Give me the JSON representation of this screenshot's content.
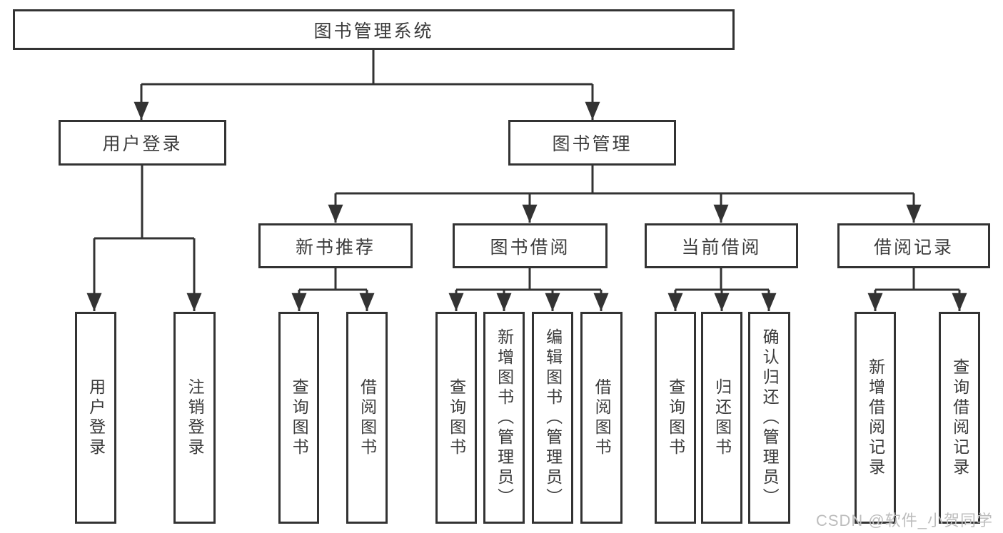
{
  "tree": {
    "label": "图书管理系统",
    "children": [
      {
        "label": "用户登录",
        "children": [
          {
            "label": "用户登录"
          },
          {
            "label": "注销登录"
          }
        ]
      },
      {
        "label": "图书管理",
        "children": [
          {
            "label": "新书推荐",
            "children": [
              {
                "label": "查询图书"
              },
              {
                "label": "借阅图书"
              }
            ]
          },
          {
            "label": "图书借阅",
            "children": [
              {
                "label": "查询图书"
              },
              {
                "label": "新增图书（管理员）"
              },
              {
                "label": "编辑图书（管理员）"
              },
              {
                "label": "借阅图书"
              }
            ]
          },
          {
            "label": "当前借阅",
            "children": [
              {
                "label": "查询图书"
              },
              {
                "label": "归还图书"
              },
              {
                "label": "确认归还（管理员）"
              }
            ]
          },
          {
            "label": "借阅记录",
            "children": [
              {
                "label": "新增借阅记录"
              },
              {
                "label": "查询借阅记录"
              }
            ]
          }
        ]
      }
    ]
  },
  "watermark": "CSDN @软件_小贺同学",
  "colors": {
    "line": "#333333",
    "box_border": "#333333",
    "text": "#3b3b3b",
    "watermark": "#bdbdbd",
    "background": "#ffffff"
  }
}
